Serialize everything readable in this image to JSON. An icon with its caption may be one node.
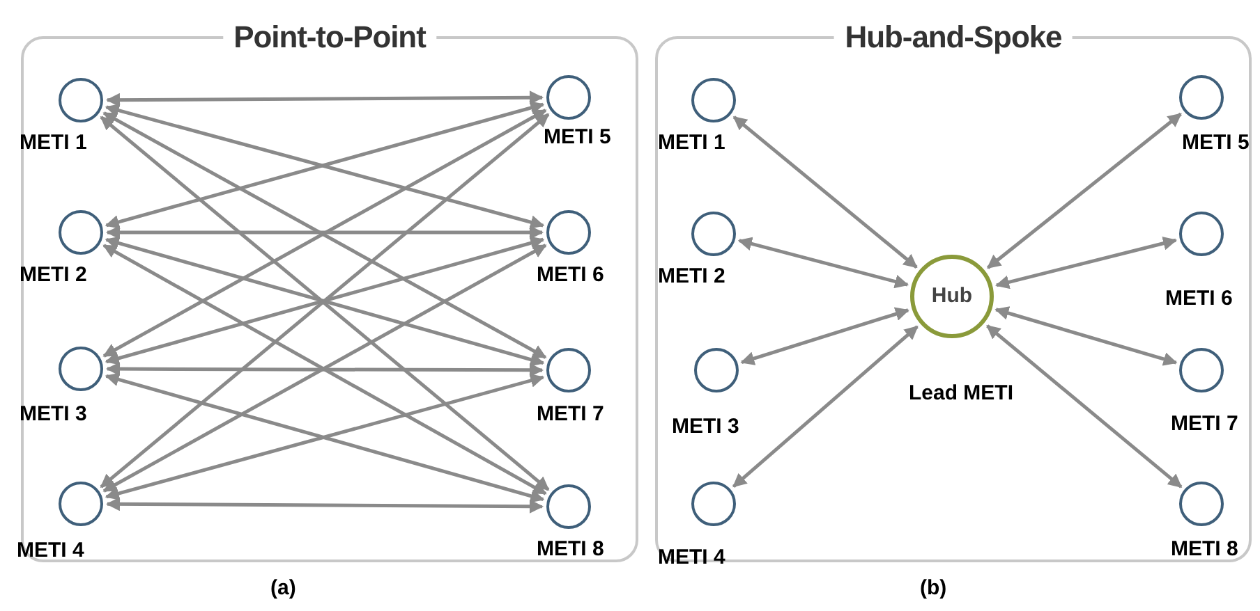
{
  "diagram": {
    "nodes": [
      {
        "text": [
          "Point-to-Point"
        ]
      },
      {
        "text": [],
        "shape": "circle",
        "beside": [
          "METI 1"
        ],
        "in": 0
      },
      {
        "text": [],
        "shape": "circle",
        "beside": [
          "METI 2"
        ],
        "in": 0
      },
      {
        "text": [],
        "shape": "circle",
        "beside": [
          "METI 3"
        ],
        "in": 0
      },
      {
        "text": [],
        "shape": "circle",
        "beside": [
          "METI 4"
        ],
        "in": 0
      },
      {
        "text": [],
        "shape": "circle",
        "beside": [
          "METI 5"
        ],
        "in": 0
      },
      {
        "text": [],
        "shape": "circle",
        "beside": [
          "METI 6"
        ],
        "in": 0
      },
      {
        "text": [],
        "shape": "circle",
        "beside": [
          "METI 7"
        ],
        "in": 0
      },
      {
        "text": [],
        "shape": "circle",
        "beside": [
          "METI 8"
        ],
        "in": 0
      },
      {
        "text": [
          "Hub-and-Spoke"
        ]
      },
      {
        "text": [],
        "shape": "circle",
        "beside": [
          "METI 1"
        ],
        "in": 9
      },
      {
        "text": [],
        "shape": "circle",
        "beside": [
          "METI 2"
        ],
        "in": 9
      },
      {
        "text": [],
        "shape": "circle",
        "beside": [
          "METI 3"
        ],
        "in": 9
      },
      {
        "text": [],
        "shape": "circle",
        "beside": [
          "METI 4"
        ],
        "in": 9
      },
      {
        "text": [],
        "shape": "circle",
        "beside": [
          "METI 5"
        ],
        "in": 9
      },
      {
        "text": [],
        "shape": "circle",
        "beside": [
          "METI 6"
        ],
        "in": 9
      },
      {
        "text": [],
        "shape": "circle",
        "beside": [
          "METI 7"
        ],
        "in": 9
      },
      {
        "text": [],
        "shape": "circle",
        "beside": [
          "METI 8"
        ],
        "in": 9
      },
      {
        "text": [
          "Hub"
        ],
        "beside": [
          "Lead METI"
        ],
        "in": 9
      }
    ],
    "edges": [
      {
        "from": 1,
        "to": 5,
        "arrow": "both"
      },
      {
        "from": 1,
        "to": 6,
        "arrow": "both"
      },
      {
        "from": 1,
        "to": 7,
        "arrow": "both"
      },
      {
        "from": 1,
        "to": 8,
        "arrow": "both"
      },
      {
        "from": 2,
        "to": 5,
        "arrow": "both"
      },
      {
        "from": 2,
        "to": 6,
        "arrow": "both"
      },
      {
        "from": 2,
        "to": 7,
        "arrow": "both"
      },
      {
        "from": 2,
        "to": 8,
        "arrow": "both"
      },
      {
        "from": 3,
        "to": 5,
        "arrow": "both"
      },
      {
        "from": 3,
        "to": 6,
        "arrow": "both"
      },
      {
        "from": 3,
        "to": 7,
        "arrow": "both"
      },
      {
        "from": 3,
        "to": 8,
        "arrow": "both"
      },
      {
        "from": 4,
        "to": 5,
        "arrow": "both"
      },
      {
        "from": 4,
        "to": 6,
        "arrow": "both"
      },
      {
        "from": 4,
        "to": 7,
        "arrow": "both"
      },
      {
        "from": 4,
        "to": 8,
        "arrow": "both"
      },
      {
        "from": 10,
        "to": 18,
        "arrow": "both"
      },
      {
        "from": 11,
        "to": 18,
        "arrow": "both"
      },
      {
        "from": 12,
        "to": 18,
        "arrow": "both"
      },
      {
        "from": 13,
        "to": 18,
        "arrow": "both"
      },
      {
        "from": 14,
        "to": 18,
        "arrow": "both"
      },
      {
        "from": 15,
        "to": 18,
        "arrow": "both"
      },
      {
        "from": 16,
        "to": 18,
        "arrow": "both"
      },
      {
        "from": 17,
        "to": 18,
        "arrow": "both"
      }
    ],
    "labels": [
      "(a)",
      "(b)"
    ]
  }
}
